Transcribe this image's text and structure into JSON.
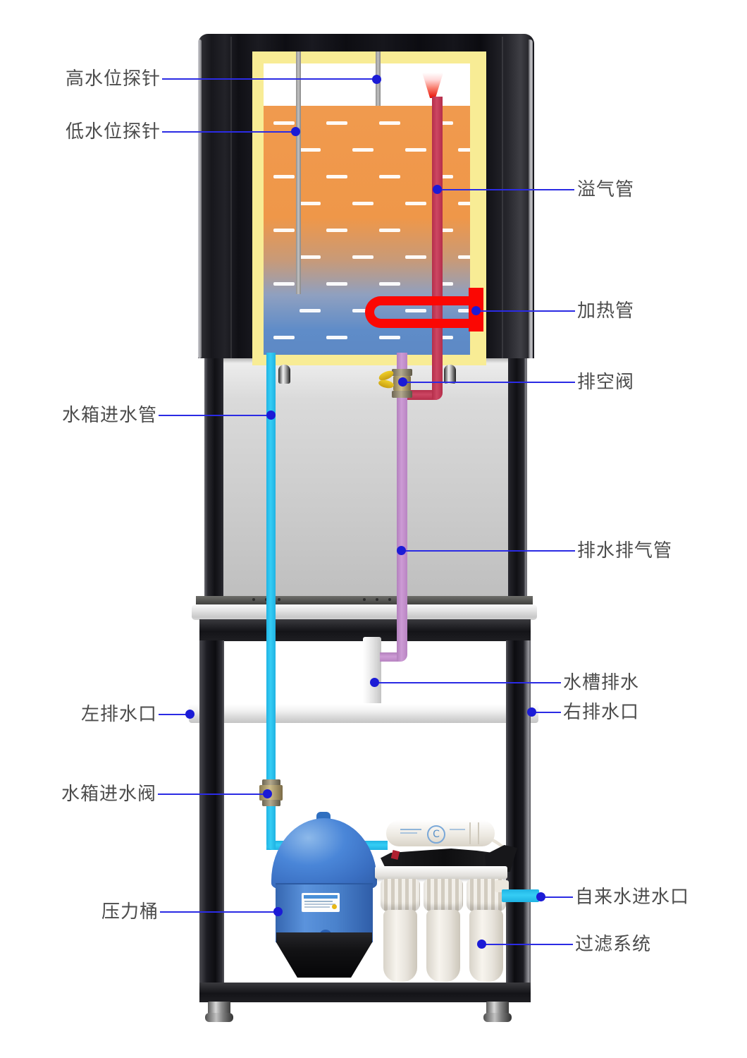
{
  "diagram_type": "water-boiler-annotated-diagram",
  "labels": {
    "high_probe": "高水位探针",
    "low_probe": "低水位探针",
    "overflow_pipe": "溢气管",
    "heating_tube": "加热管",
    "drain_valve": "排空阀",
    "tank_inlet_pipe": "水箱进水管",
    "drain_exhaust_pipe": "排水排气管",
    "sink_drain": "水槽排水",
    "left_drain_outlet": "左排水口",
    "right_drain_outlet": "右排水口",
    "tank_inlet_valve": "水箱进水阀",
    "pressure_tank": "压力桶",
    "tap_water_inlet": "自来水进水口",
    "filter_system": "过滤系统"
  },
  "filter_logo": "C",
  "colors": {
    "leader_line": "#2b2be4",
    "leader_dot": "#1b1bd6",
    "label_text": "#4c4c4c",
    "tank_wall_yellow": "#f8ec95",
    "hot_water_orange": "#f0964b",
    "cold_water_blue": "#5d89c5",
    "heating_element_red": "#fb0703",
    "overflow_pipe_crimson": "#c23b56",
    "inlet_pipe_cyan": "#2bc3ee",
    "drain_pipe_purple": "#c48fcb",
    "pressure_tank_blue": "#4a86d8",
    "cabinet_black": "#141418"
  }
}
